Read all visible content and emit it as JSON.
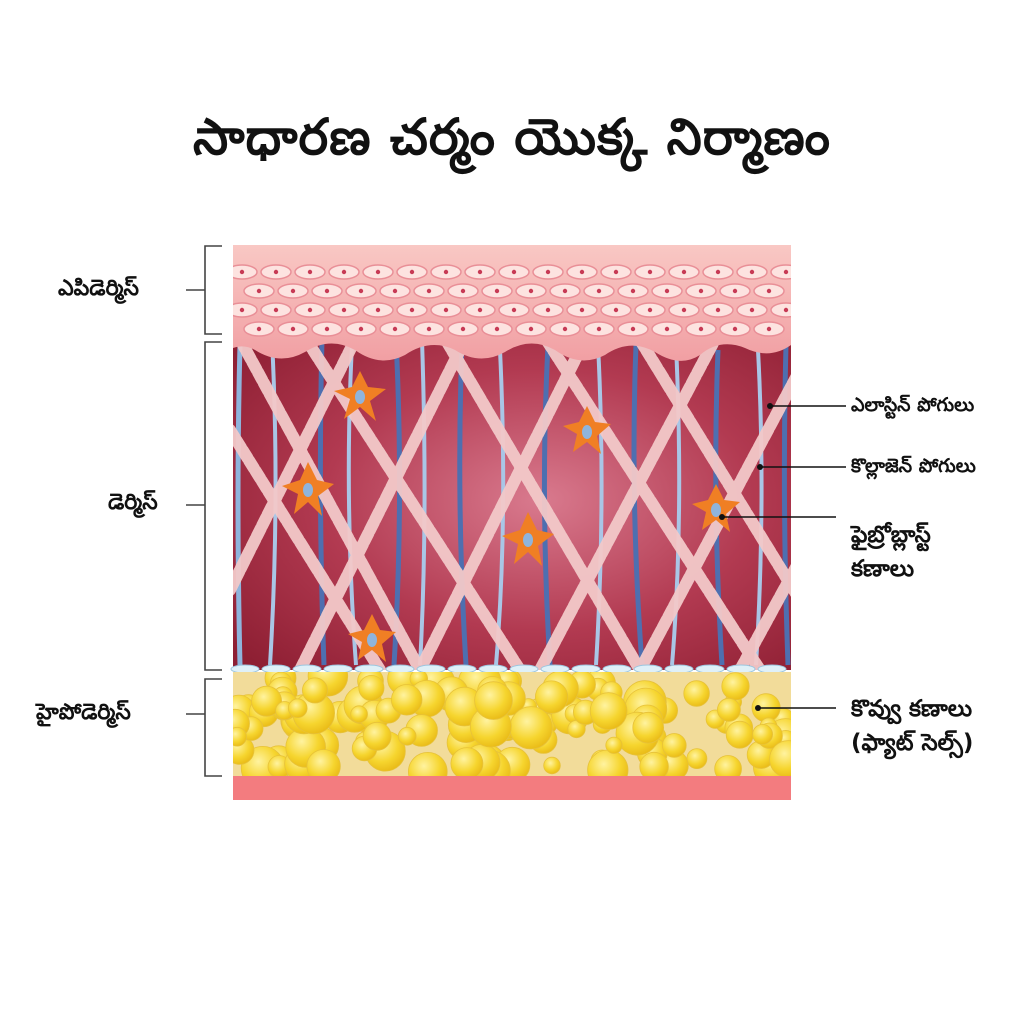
{
  "title": "సాధారణ చర్మం యొక్క నిర్మాణం",
  "layers": {
    "epidermis": "ఎపిడెర్మిస్",
    "dermis": "డెర్మిస్",
    "hypodermis": "హైపోడెర్మిస్"
  },
  "callouts": {
    "elastin": "ఎలాస్టిన్ పోగులు",
    "collagen": "కొల్లాజెన్ పోగులు",
    "fibroblast_line1": "ఫైబ్రోబ్లాస్ట్",
    "fibroblast_line2": "కణాలు",
    "fat_line1": "కొవ్వు కణాలు",
    "fat_line2": "(ఫ్యాట్ సెల్స్)"
  },
  "colors": {
    "epidermis": "#f7b6b4",
    "dermis": "#a3263b",
    "collagen": "#f3c9c9",
    "elastin": "#8fb4dc",
    "fibroblast": "#f07f24",
    "fat": "#f5d229",
    "base": "#f37c7f"
  }
}
